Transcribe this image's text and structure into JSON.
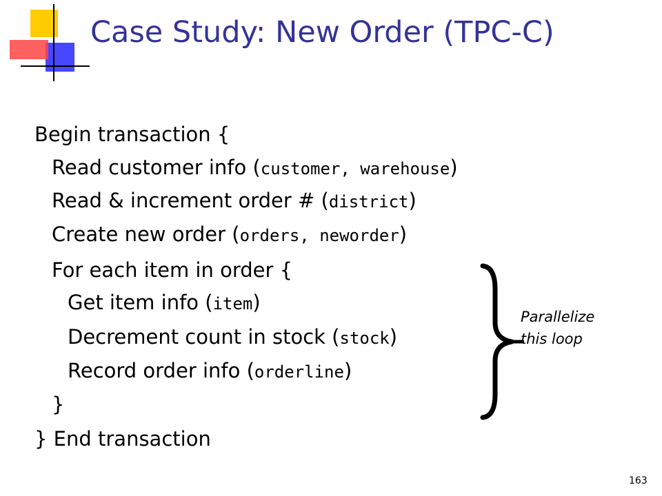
{
  "slide": {
    "title": "Case Study: New Order (TPC-C)",
    "page_number": "163",
    "colors": {
      "title": "#333399",
      "logo_yellow": "#ffcc00",
      "logo_red": "#ff3333",
      "logo_blue": "#3333ff"
    },
    "lines": [
      {
        "text": "Begin transaction {"
      },
      {
        "text": "Read customer info (",
        "code": "customer, warehouse",
        "tail": ")"
      },
      {
        "text": "Read & increment order # (",
        "code": "district",
        "tail": ")"
      },
      {
        "text": "Create new order (",
        "code": "orders, neworder",
        "tail": ")"
      },
      {
        "text": "For each item in order {"
      },
      {
        "text": "Get item info (",
        "code": "item",
        "tail": ")"
      },
      {
        "text": "Decrement count in stock (",
        "code": "stock",
        "tail": ")"
      },
      {
        "text": "Record order info (",
        "code": "orderline",
        "tail": ")"
      },
      {
        "text": "}"
      },
      {
        "text": "} End transaction"
      }
    ],
    "annotation": {
      "line1": "Parallelize",
      "line2": "this loop"
    },
    "icons": {
      "logo": "logo-squares-icon",
      "brace": "right-brace-icon"
    }
  }
}
